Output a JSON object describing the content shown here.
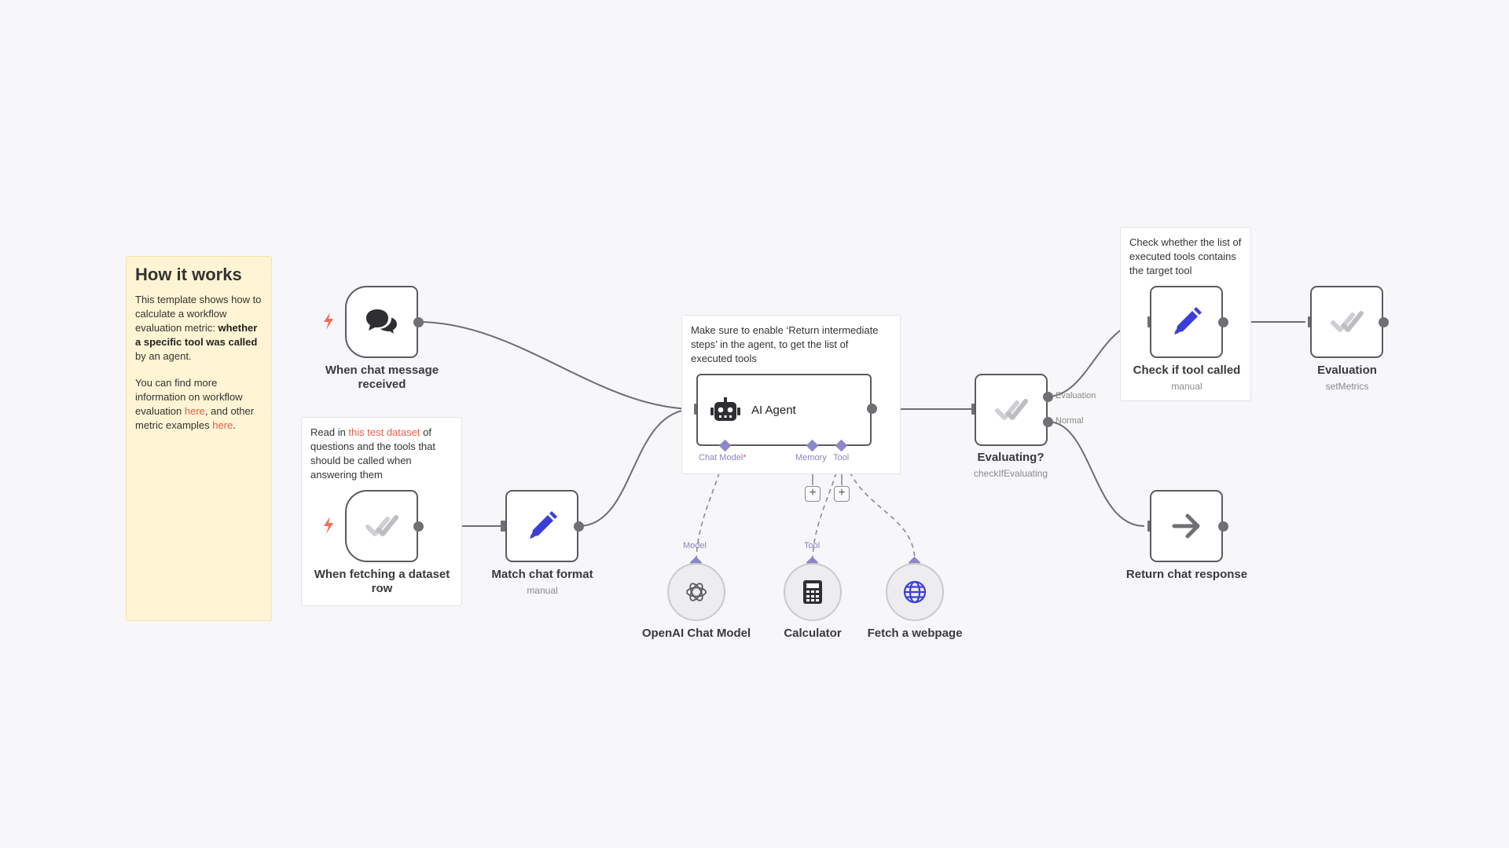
{
  "sticky_how": {
    "title": "How it works",
    "p1_start": "This template shows how to calculate a workflow evaluation metric: ",
    "p1_bold": "whether a specific tool was called",
    "p1_end": " by an agent.",
    "p2_start": "You can find more information on workflow evaluation ",
    "p2_link1": "here",
    "p2_mid": ", and other metric examples ",
    "p2_link2": "here",
    "p2_end": "."
  },
  "sticky_dataset": {
    "before": "Read in ",
    "link": "this test dataset",
    "after": " of questions and the tools that should be called when answering them"
  },
  "sticky_agent": {
    "text": "Make sure to enable ‘Return intermediate steps’ in the agent, to get the list of executed tools"
  },
  "sticky_check": {
    "text": "Check whether the list of executed tools contains the target tool"
  },
  "nodes": {
    "chat_trigger": {
      "label": "When chat message received"
    },
    "dataset_trigger": {
      "label": "When fetching a dataset row"
    },
    "match_format": {
      "label": "Match chat format",
      "sub": "manual"
    },
    "ai_agent": {
      "label": "AI Agent",
      "port_chat_model": "Chat Model",
      "required_mark": "*",
      "port_memory": "Memory",
      "port_tool": "Tool"
    },
    "evaluating": {
      "label": "Evaluating?",
      "sub": "checkIfEvaluating",
      "out_evaluation": "Evaluation",
      "out_normal": "Normal"
    },
    "check_tool": {
      "label": "Check if tool called",
      "sub": "manual"
    },
    "evaluation": {
      "label": "Evaluation",
      "sub": "setMetrics"
    },
    "return_response": {
      "label": "Return chat response"
    },
    "openai_model": {
      "label": "OpenAI Chat Model",
      "port": "Model"
    },
    "calculator": {
      "label": "Calculator",
      "port": "Tool"
    },
    "fetch_webpage": {
      "label": "Fetch a webpage"
    }
  },
  "icons": {
    "chat_trigger": "chat-bubbles-icon",
    "dataset_trigger": "check-icon",
    "match_format": "pencil-icon",
    "ai_agent": "robot-icon",
    "evaluating": "check-icon",
    "check_tool": "pencil-icon",
    "evaluation": "check-icon",
    "return_response": "arrow-right-icon",
    "openai_model": "openai-icon",
    "calculator": "calculator-icon",
    "fetch_webpage": "globe-icon",
    "trigger": "lightning-bolt-icon"
  },
  "colors": {
    "accent_blue": "#3b3fd8",
    "trigger_red": "#f26a5a",
    "link_red": "#e85d4a",
    "port_purple": "#8b87c9",
    "sticky_yellow": "#fff4d3",
    "check_grey": "#c9c9cd"
  }
}
